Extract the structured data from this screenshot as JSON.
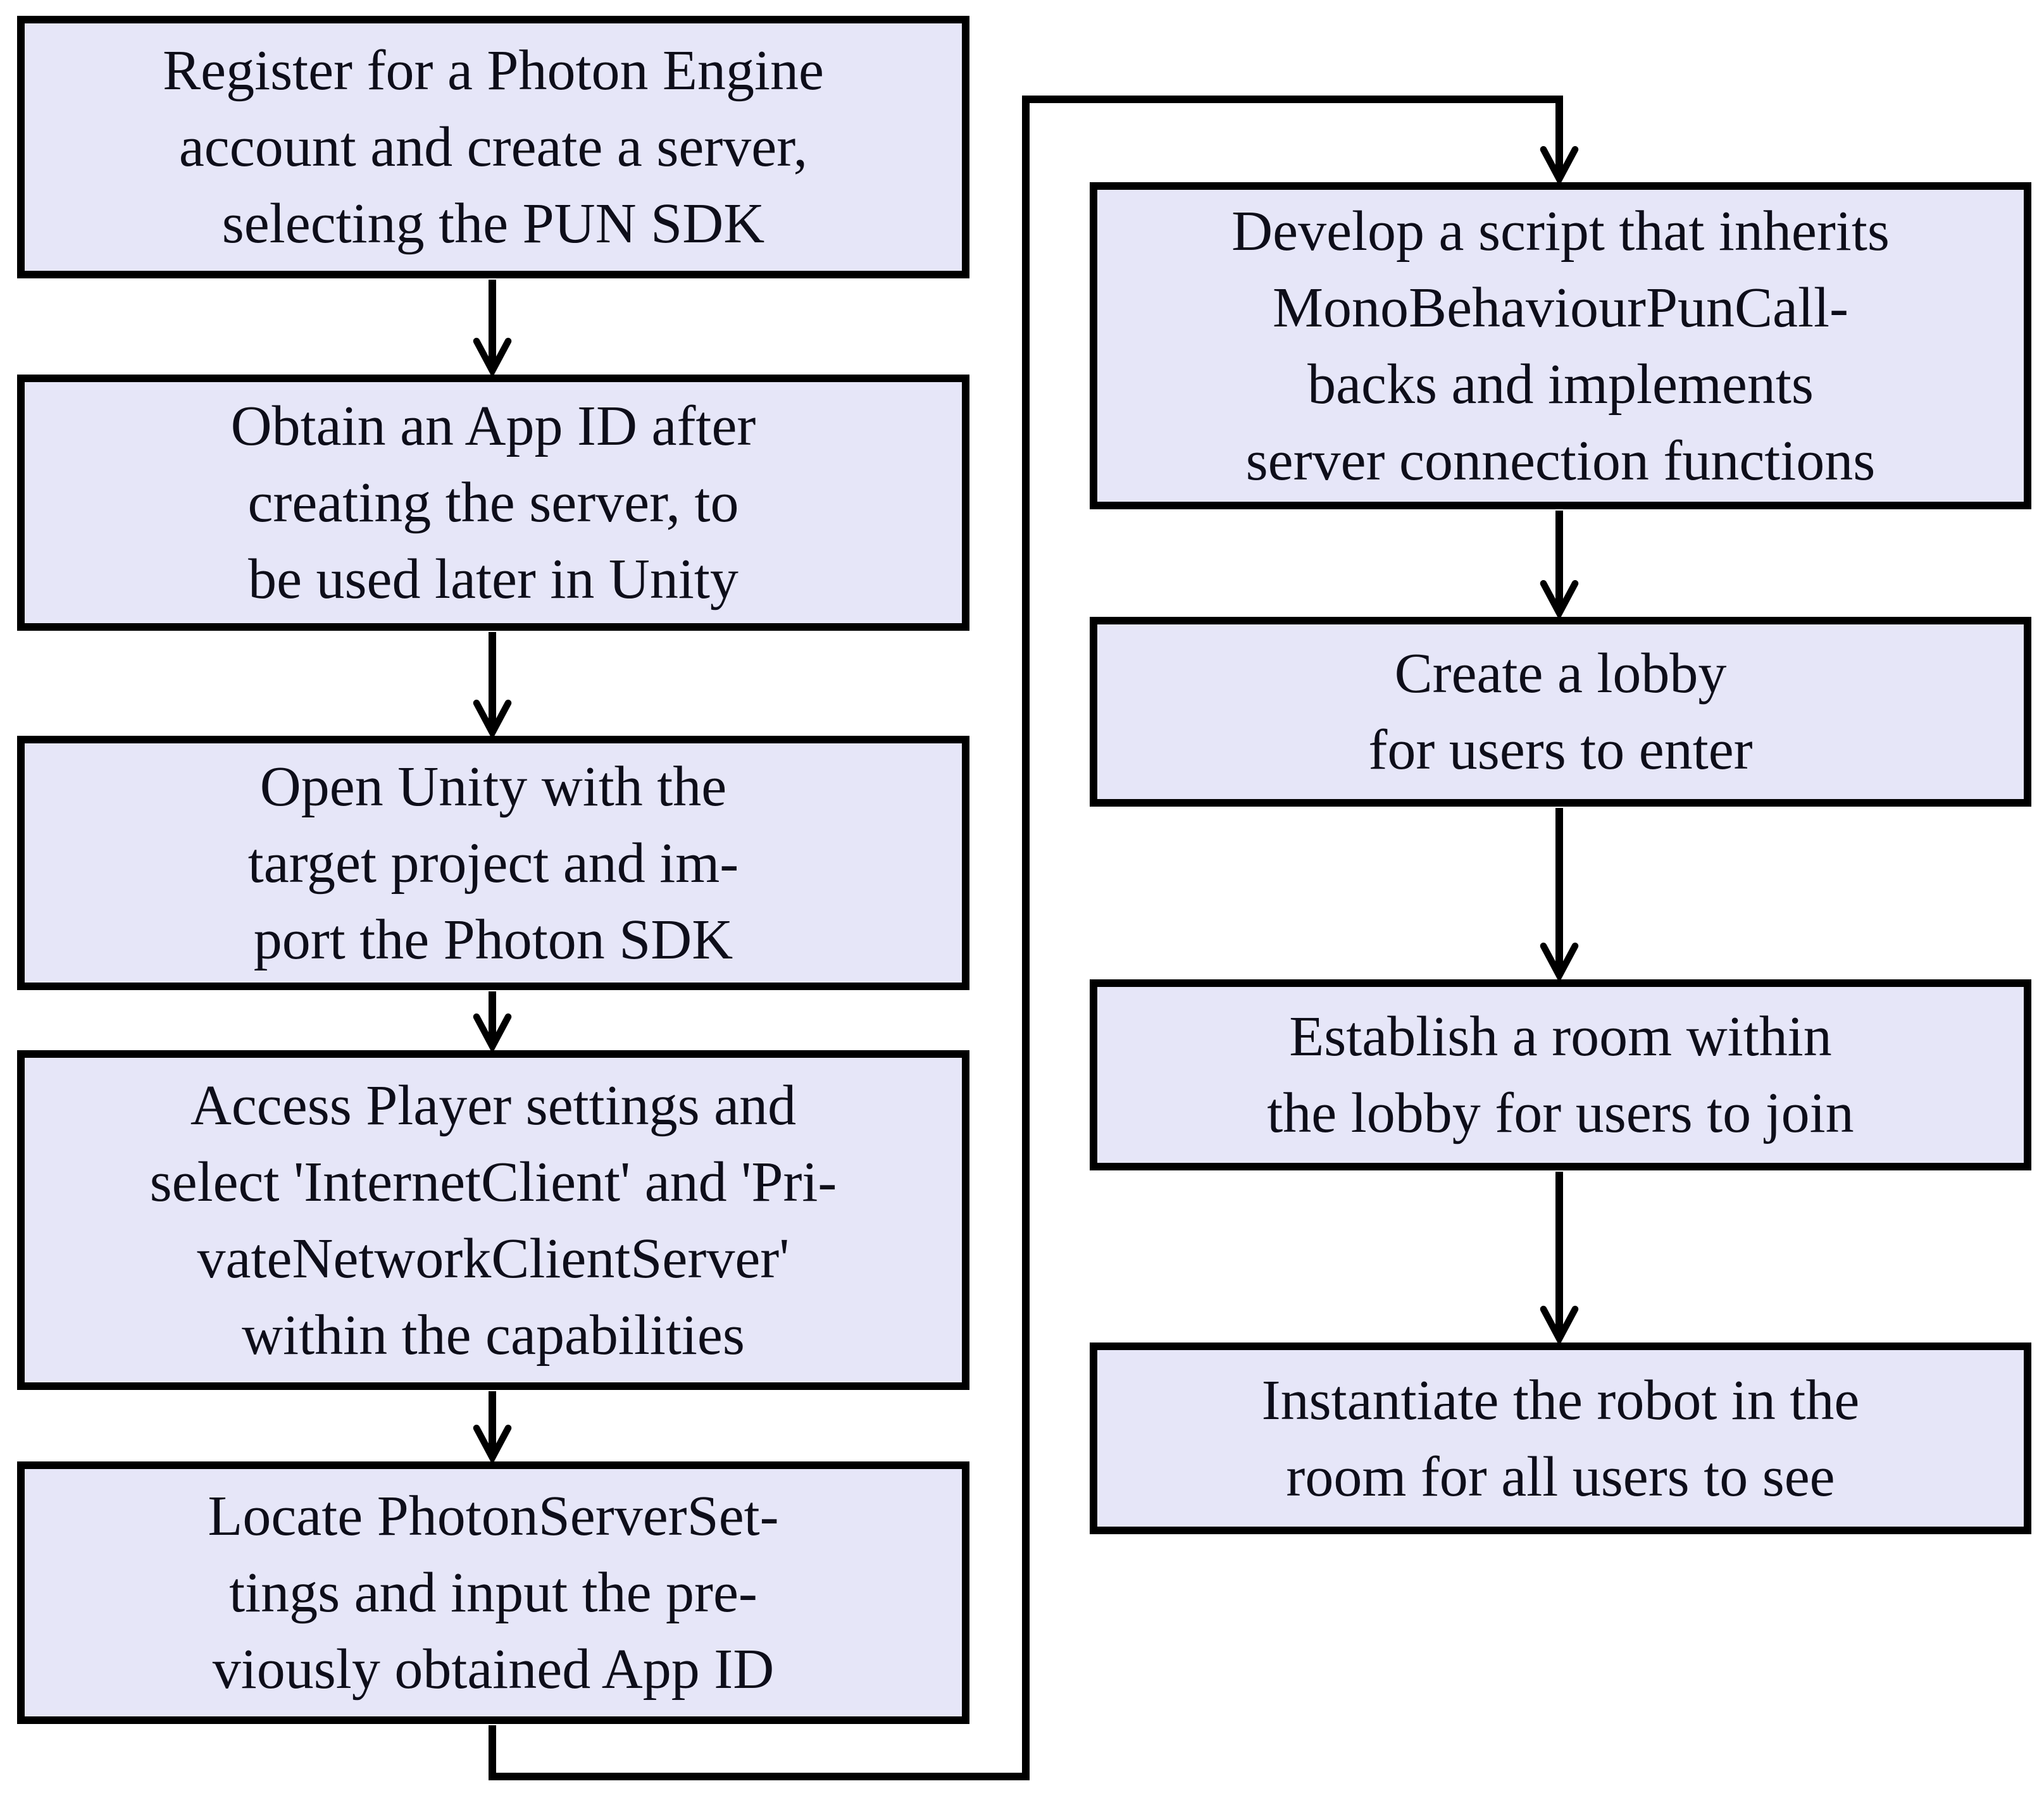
{
  "diagram": {
    "type": "flowchart",
    "background_color": "#ffffff",
    "node_fill_color": "#e6e6f8",
    "node_border_color": "#000000",
    "text_color": "#0e0e1a",
    "nodes": [
      {
        "id": "register-account",
        "text": "Register for a Photon Engine\naccount and create a server,\nselecting the PUN SDK"
      },
      {
        "id": "obtain-app-id",
        "text": "Obtain an App ID after\ncreating the server, to\nbe used later in Unity"
      },
      {
        "id": "open-unity",
        "text": "Open Unity with the\ntarget project and im-\nport the Photon SDK"
      },
      {
        "id": "player-settings",
        "text": "Access Player settings and\nselect 'InternetClient' and 'Pri-\nvateNetworkClientServer'\nwithin the capabilities"
      },
      {
        "id": "photon-server-settings",
        "text": "Locate PhotonServerSet-\ntings and input the pre-\nviously obtained App ID"
      },
      {
        "id": "develop-script",
        "text": "Develop a script that inherits\nMonoBehaviourPunCall-\nbacks and implements\nserver connection functions"
      },
      {
        "id": "create-lobby",
        "text": "Create a lobby\nfor users to enter"
      },
      {
        "id": "establish-room",
        "text": "Establish a room within\nthe lobby for users to join"
      },
      {
        "id": "instantiate-robot",
        "text": "Instantiate the robot in the\nroom for all users to see"
      }
    ],
    "edges": [
      {
        "from": "register-account",
        "to": "obtain-app-id"
      },
      {
        "from": "obtain-app-id",
        "to": "open-unity"
      },
      {
        "from": "open-unity",
        "to": "player-settings"
      },
      {
        "from": "player-settings",
        "to": "photon-server-settings"
      },
      {
        "from": "photon-server-settings",
        "to": "develop-script"
      },
      {
        "from": "develop-script",
        "to": "create-lobby"
      },
      {
        "from": "create-lobby",
        "to": "establish-room"
      },
      {
        "from": "establish-room",
        "to": "instantiate-robot"
      }
    ]
  }
}
